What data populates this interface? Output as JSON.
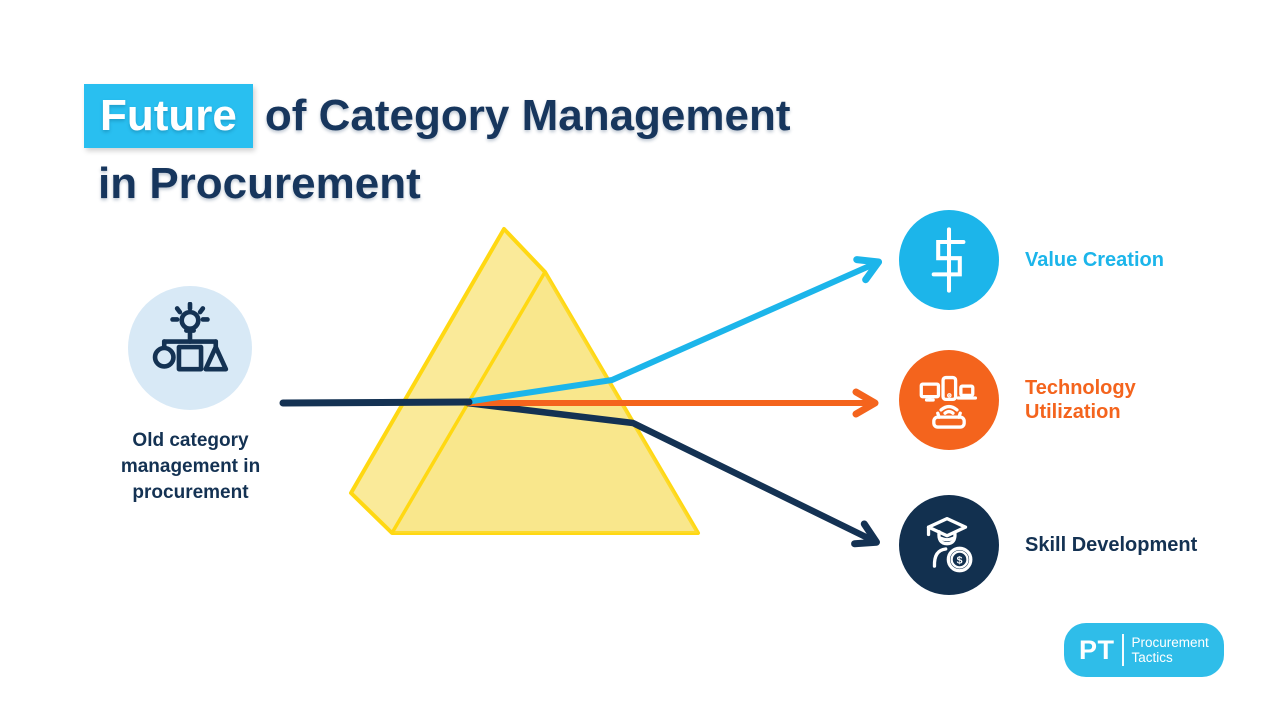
{
  "title": {
    "highlight": "Future",
    "rest": "of Category Management",
    "line2": "in Procurement",
    "highlight_background": "#29BFF0",
    "text_color": "#17365D"
  },
  "source": {
    "label": "Old category management in procurement",
    "icon": "category-idea-icon",
    "circle_color": "#D8E9F6"
  },
  "prism": {
    "fill": "#FAE890",
    "stroke": "#FFD812",
    "shape": "triangular-prism"
  },
  "rays": {
    "input_color": "#143253",
    "value_color": "#1CB5EA",
    "technology_color": "#F4641D",
    "skill_color": "#143253"
  },
  "outputs": [
    {
      "label": "Value Creation",
      "color": "#1CB5EA",
      "icon": "dollar-sign-icon"
    },
    {
      "label": "Technology Utilization",
      "color": "#F4641D",
      "icon": "devices-icon"
    },
    {
      "label": "Skill Development",
      "color": "#12304F",
      "icon": "graduate-coin-icon",
      "coin_glyph": "$"
    }
  ],
  "logo": {
    "initials": "PT",
    "name_line1": "Procurement",
    "name_line2": "Tactics",
    "background": "#2FBDE9"
  }
}
